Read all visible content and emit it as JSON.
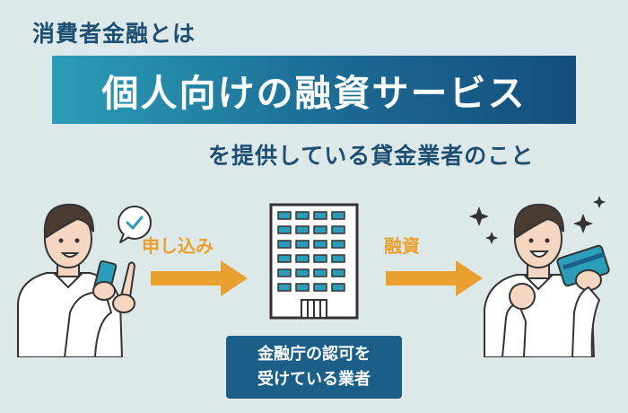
{
  "heading": "消費者金融とは",
  "banner": "個人向けの融資サービス",
  "subheading": "を提供している貸金業者のこと",
  "flow": {
    "apply_label": "申し込み",
    "loan_label": "融資"
  },
  "license_box": {
    "line1": "金融庁の認可を",
    "line2": "受けている業者"
  },
  "colors": {
    "background": "#dce9e8",
    "heading": "#1d4f73",
    "arrow": "#e9a02f",
    "banner_start": "#2b9db8",
    "banner_end": "#154e7d",
    "license_box": "#1b5f88"
  }
}
